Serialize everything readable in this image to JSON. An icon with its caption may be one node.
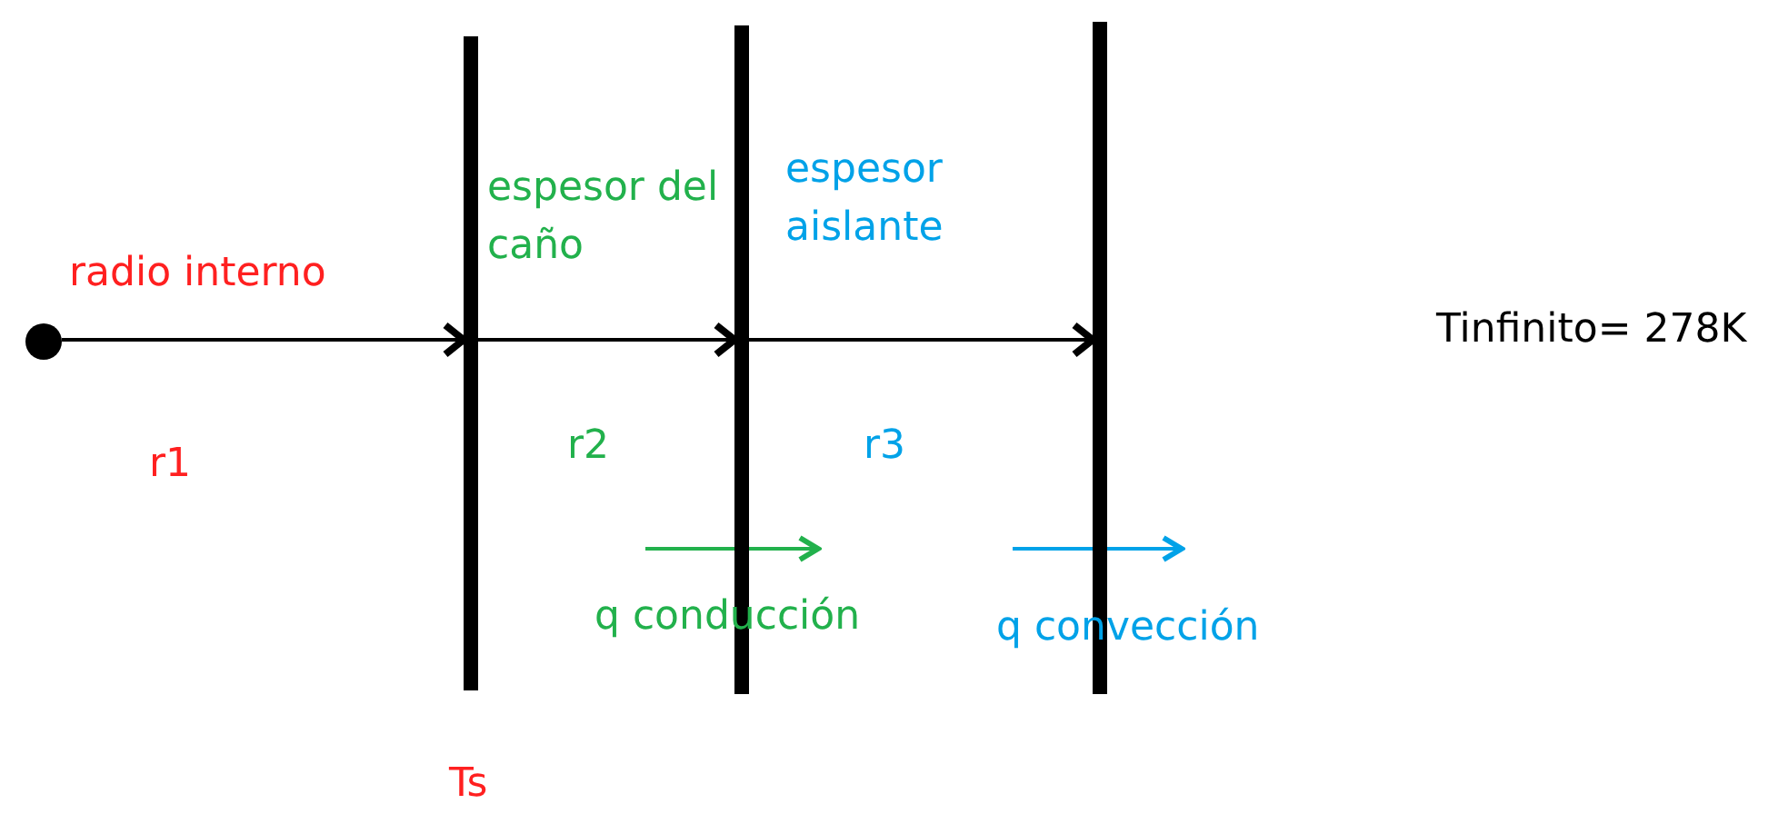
{
  "diagram": {
    "nodes": [
      {
        "text": [],
        "shape": "circle"
      },
      {
        "text": [],
        "shape": "bar"
      },
      {
        "text": [],
        "shape": "bar"
      },
      {
        "text": [],
        "shape": "bar"
      }
    ],
    "edges": [
      {
        "from": 0,
        "to": 1,
        "arrow": "to",
        "label": "radio interno"
      },
      {
        "from": 1,
        "to": 2,
        "arrow": "to",
        "label": "espesor del caño"
      },
      {
        "from": 2,
        "to": 3,
        "arrow": "to",
        "label": "espesor aislante"
      }
    ],
    "labels": [
      "Tinfinito= 278K",
      "r1",
      "r2",
      "r3",
      "q conducción",
      "q convección",
      "Ts"
    ]
  }
}
